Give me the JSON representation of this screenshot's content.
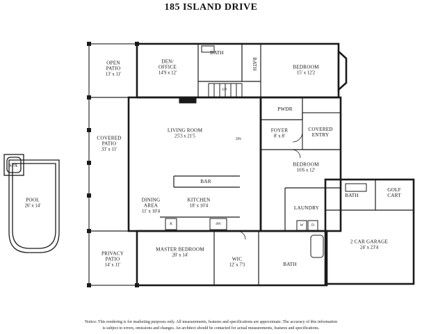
{
  "title": "185 ISLAND DRIVE",
  "rooms": {
    "open_patio": {
      "name": "OPEN\nPATIO",
      "dims": "13' x 11'"
    },
    "den_office": {
      "name": "DEN/\nOFFICE",
      "dims": "14'9 x 12'"
    },
    "bath_top": {
      "name": "BATH"
    },
    "bath_top_2": {
      "name": "BATH"
    },
    "bedroom_top": {
      "name": "BEDROOM",
      "dims": "15' x 12'2"
    },
    "pwdr": {
      "name": "PWDR"
    },
    "covered_patio": {
      "name": "COVERED\nPATIO",
      "dims": "33' x 11'"
    },
    "living_room": {
      "name": "LIVING ROOM",
      "dims": "25'3 x 21'5"
    },
    "foyer": {
      "name": "FOYER",
      "dims": "8' x 8'"
    },
    "covered_entry": {
      "name": "COVERED\nENTRY"
    },
    "bedroom_mid": {
      "name": "BEDROOM",
      "dims": "16'6 x 12'"
    },
    "bar": {
      "name": "BAR"
    },
    "dining_area": {
      "name": "DINING\nAREA",
      "dims": "11' x 10'4"
    },
    "kitchen": {
      "name": "KITCHEN",
      "dims": "18' x 10'4"
    },
    "laundry": {
      "name": "LAUNDRY"
    },
    "bath_right": {
      "name": "BATH"
    },
    "golf_cart": {
      "name": "GOLF\nCART"
    },
    "privacy_patio": {
      "name": "PRIVACY\nPATIO",
      "dims": "14' x 11'"
    },
    "master_bedroom": {
      "name": "MASTER BEDROOM",
      "dims": "20' x 14'"
    },
    "wic": {
      "name": "WIC",
      "dims": "12' x 7'3"
    },
    "bath_bottom": {
      "name": "BATH"
    },
    "garage": {
      "name": "2 CAR GARAGE",
      "dims": "24' x 23'4"
    },
    "spa": {
      "name": "SPA"
    },
    "pool": {
      "name": "POOL",
      "dims": "26' x 14'"
    }
  },
  "markers": {
    "up": "UP",
    "dn": "DN",
    "fridge": "R",
    "range": "4W",
    "washer": "W",
    "dryer": "D"
  },
  "notice": {
    "line1": "Notice: This rendering is for marketing purposes only. All measurements, features and specifications are approximate. The accuracy of this information",
    "line2": "is subject to errors, omissions and changes. An architect should be contacted for actual measurements, features and specifications."
  }
}
